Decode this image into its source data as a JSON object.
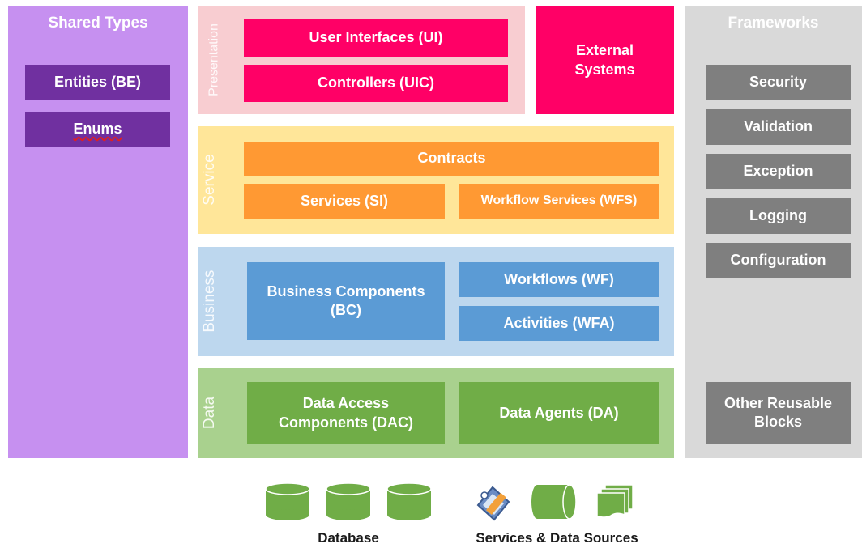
{
  "shared_types": {
    "title": "Shared Types",
    "items": [
      "Entities (BE)",
      "Enums"
    ]
  },
  "presentation": {
    "label": "Presentation",
    "items": [
      "User Interfaces (UI)",
      "Controllers (UIC)"
    ]
  },
  "external": {
    "label": "External Systems"
  },
  "service": {
    "label": "Service",
    "contracts": "Contracts",
    "services": "Services (SI)",
    "workflow_services": "Workflow Services (WFS)"
  },
  "business": {
    "label": "Business",
    "components": "Business Components (BC)",
    "workflows": "Workflows (WF)",
    "activities": "Activities (WFA)"
  },
  "data": {
    "label": "Data",
    "dac": "Data Access Components (DAC)",
    "agents": "Data Agents (DA)"
  },
  "frameworks": {
    "title": "Frameworks",
    "items": [
      "Security",
      "Validation",
      "Exception",
      "Logging",
      "Configuration"
    ],
    "other": "Other Reusable Blocks"
  },
  "bottom": {
    "database": "Database",
    "services_sources": "Services & Data Sources"
  },
  "colors": {
    "shared_bg": "#c690f0",
    "shared_box": "#7030a0",
    "presentation_bg": "#f8cdd1",
    "presentation_box": "#ff0066",
    "service_bg": "#ffe699",
    "service_box": "#ff9933",
    "business_bg": "#bdd7ee",
    "business_box": "#5b9bd5",
    "data_bg": "#a9d18e",
    "data_box": "#70ad47",
    "frameworks_bg": "#d9d9d9",
    "frameworks_box": "#7f7f7f"
  }
}
